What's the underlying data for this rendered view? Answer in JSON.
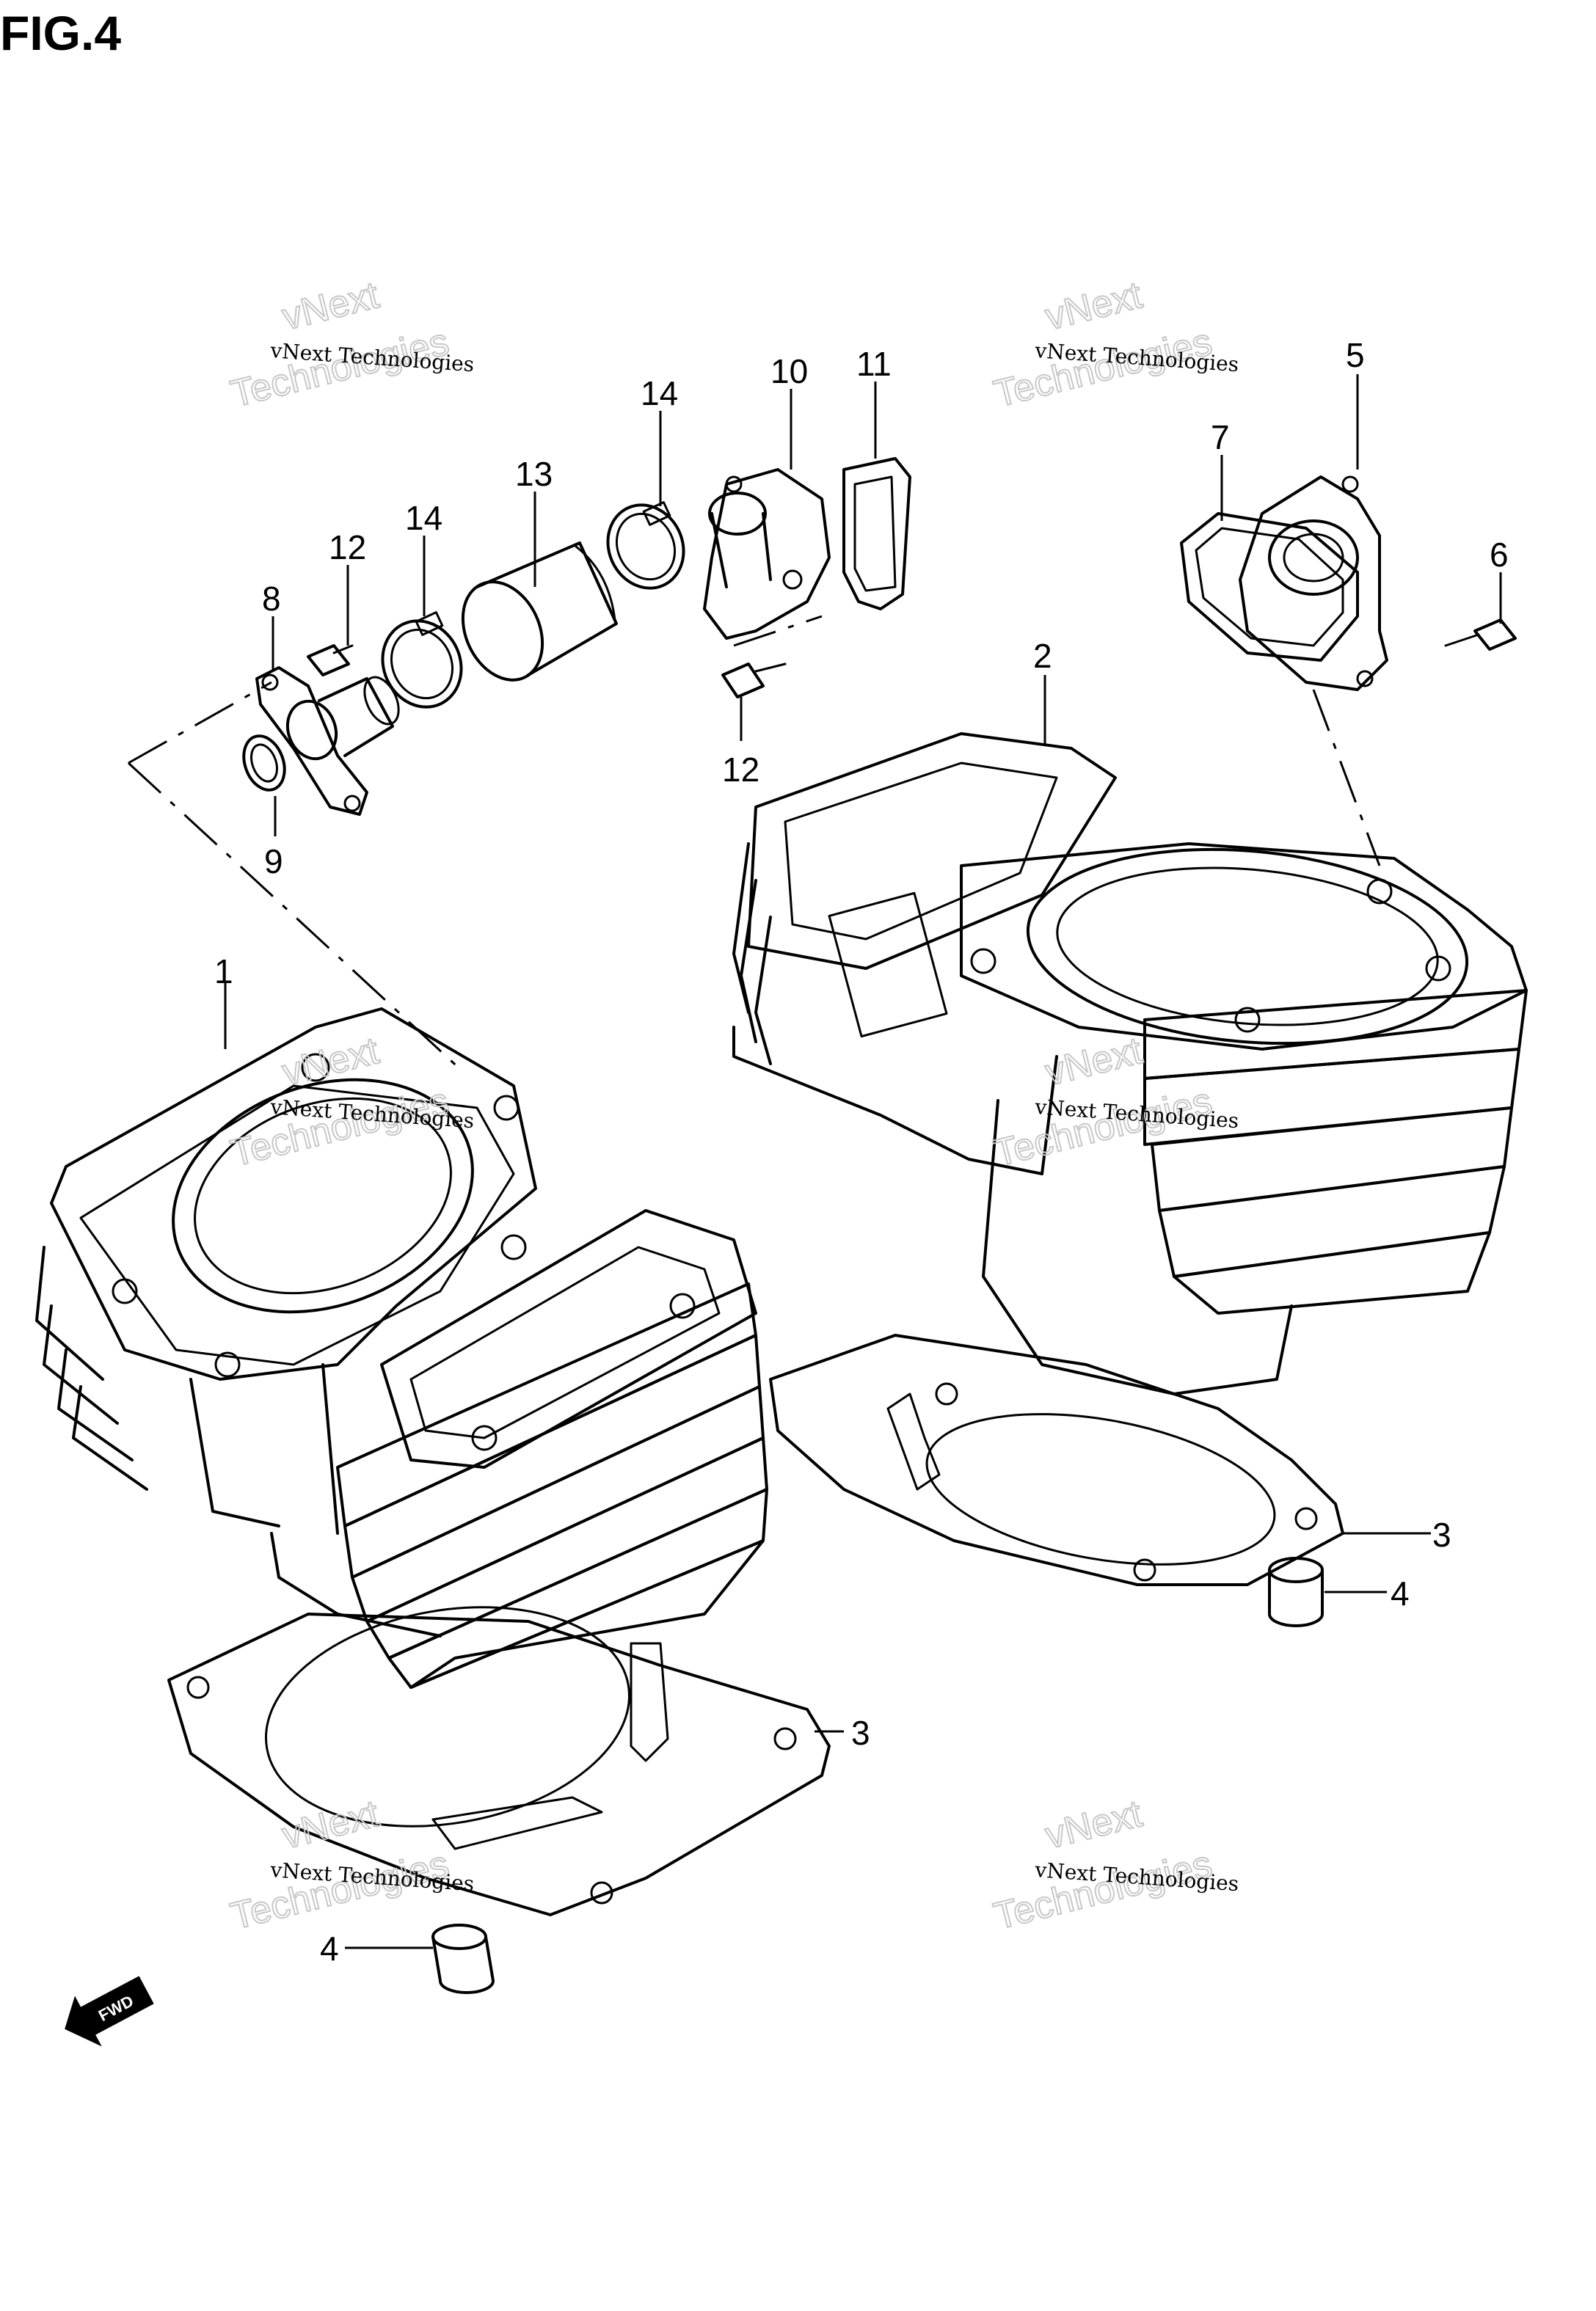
{
  "figure": {
    "title": "FIG.4"
  },
  "callouts": [
    {
      "id": "c1",
      "label": "1"
    },
    {
      "id": "c2",
      "label": "2"
    },
    {
      "id": "c3a",
      "label": "3"
    },
    {
      "id": "c3b",
      "label": "3"
    },
    {
      "id": "c4a",
      "label": "4"
    },
    {
      "id": "c4b",
      "label": "4"
    },
    {
      "id": "c5",
      "label": "5"
    },
    {
      "id": "c6",
      "label": "6"
    },
    {
      "id": "c7",
      "label": "7"
    },
    {
      "id": "c8",
      "label": "8"
    },
    {
      "id": "c9",
      "label": "9"
    },
    {
      "id": "c10",
      "label": "10"
    },
    {
      "id": "c11",
      "label": "11"
    },
    {
      "id": "c12a",
      "label": "12"
    },
    {
      "id": "c12b",
      "label": "12"
    },
    {
      "id": "c13",
      "label": "13"
    },
    {
      "id": "c14a",
      "label": "14"
    },
    {
      "id": "c14b",
      "label": "14"
    }
  ],
  "watermark": {
    "line1": "vNext Technologies",
    "line2": "vNext",
    "line3": "Technologies"
  },
  "direction_marker": {
    "label": "FWD"
  }
}
